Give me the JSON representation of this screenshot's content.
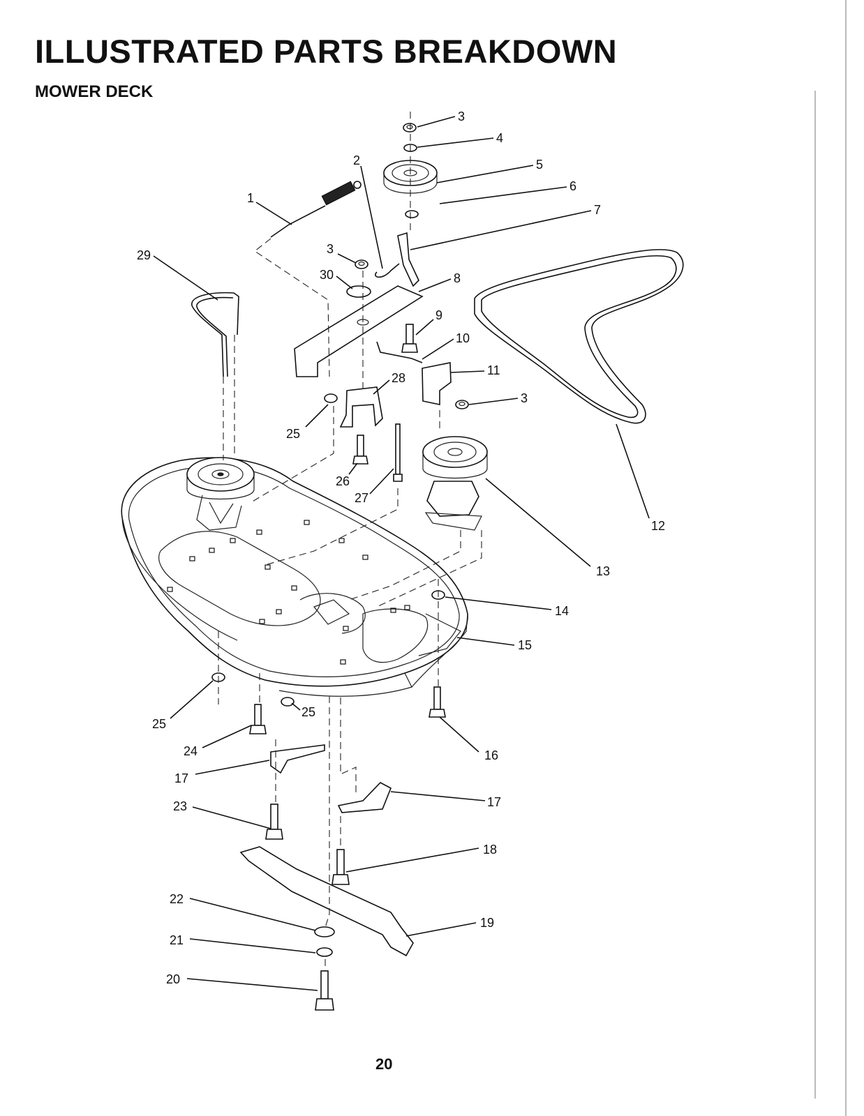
{
  "header": {
    "title": "ILLUSTRATED PARTS BREAKDOWN",
    "subtitle": "MOWER DECK"
  },
  "page_number": "20",
  "callouts": [
    "1",
    "2",
    "3",
    "4",
    "5",
    "6",
    "7",
    "3",
    "30",
    "8",
    "9",
    "10",
    "11",
    "3",
    "28",
    "25",
    "26",
    "27",
    "12",
    "13",
    "14",
    "15",
    "29",
    "25",
    "25",
    "24",
    "16",
    "17",
    "17",
    "23",
    "18",
    "22",
    "19",
    "21",
    "20"
  ]
}
